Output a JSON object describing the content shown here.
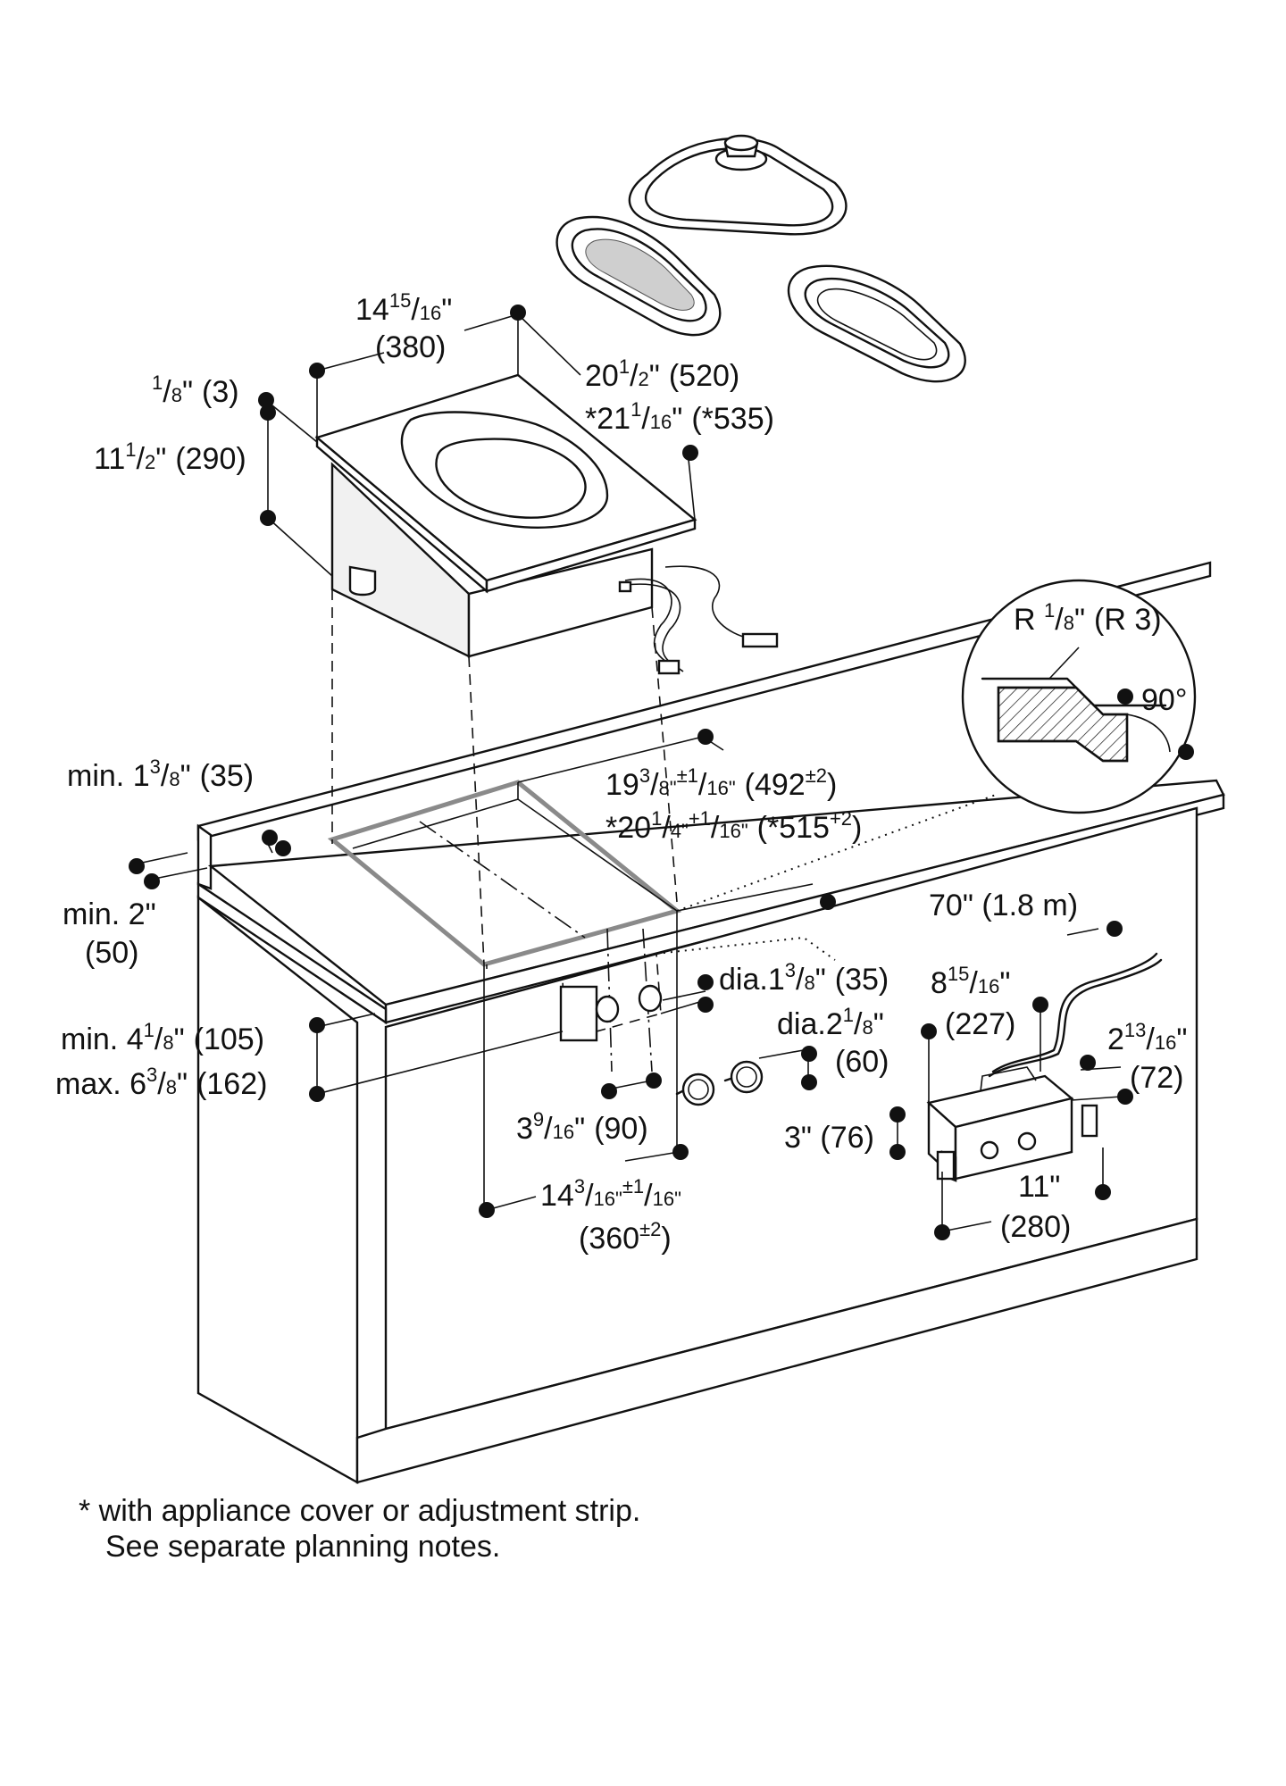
{
  "diagram": {
    "dimensions": {
      "top_width": {
        "whole": "14",
        "num": "15",
        "den": "16",
        "unit": "\"",
        "metric": "(380)"
      },
      "top_depth": {
        "whole": "20",
        "num": "1",
        "den": "2",
        "unit": "\"",
        "metric": "(520)"
      },
      "top_depth_alt": {
        "prefix": "*",
        "whole": "21",
        "num": "1",
        "den": "16",
        "unit": "\"",
        "metric": "(*535)"
      },
      "top_thickness": {
        "num": "1",
        "den": "8",
        "unit": "\"",
        "metric": "(3)"
      },
      "unit_height": {
        "whole": "11",
        "num": "1",
        "den": "2",
        "unit": "\"",
        "metric": "(290)"
      },
      "radius": {
        "prefix": "R ",
        "num": "1",
        "den": "8",
        "unit": "\"",
        "metric": "(R 3)"
      },
      "angle": "90°",
      "min_front": {
        "prefix": "min. ",
        "whole": "1",
        "num": "3",
        "den": "8",
        "unit": "\"",
        "metric": "(35)"
      },
      "min_back_line1": "min. 2\"",
      "min_back_line2": "(50)",
      "cutout_depth": {
        "whole": "19",
        "num": "3",
        "den": "8",
        "tol_sup": "±1",
        "tol_num": "",
        "tol_den": "16",
        "unit": "\"",
        "metric": "(492",
        "metric_tol": "±2",
        "metric_end": ")"
      },
      "cutout_depth_alt": {
        "prefix": "*",
        "whole": "20",
        "num": "1",
        "den": "4",
        "tol_sup": "+1",
        "tol_den": "16",
        "unit": "\"",
        "metric": "(*515",
        "metric_tol": "+2",
        "metric_end": ")"
      },
      "cable_length": "70\" (1.8 m)",
      "knob_hole_small": {
        "prefix": "dia.",
        "whole": "1",
        "num": "3",
        "den": "8",
        "unit": "\"",
        "metric": "(35)"
      },
      "knob_hole_large": {
        "prefix": "dia.",
        "whole": "2",
        "num": "1",
        "den": "8",
        "unit": "\"",
        "metric": "(60)"
      },
      "box_depth": {
        "whole": "8",
        "num": "15",
        "den": "16",
        "unit": "\"",
        "metric": "(227)"
      },
      "box_height": {
        "whole": "2",
        "num": "13",
        "den": "16",
        "unit": "\"",
        "metric": "(72)"
      },
      "knob_min": {
        "prefix": "min. ",
        "whole": "4",
        "num": "1",
        "den": "8",
        "unit": "\"",
        "metric": "(105)"
      },
      "knob_max": {
        "prefix": "max. ",
        "whole": "6",
        "num": "3",
        "den": "8",
        "unit": "\"",
        "metric": "(162)"
      },
      "knob_spacing": {
        "whole": "3",
        "num": "9",
        "den": "16",
        "unit": "\"",
        "metric": "(90)"
      },
      "box_front": "3\" (76)",
      "cutout_width": {
        "whole": "14",
        "num": "3",
        "den": "16",
        "tol_sup": "±1",
        "tol_den": "16",
        "unit": "\"",
        "metric": "(360",
        "metric_tol": "±2",
        "metric_end": ")"
      },
      "box_width_line1": "11\"",
      "box_width_line2": "(280)"
    }
  },
  "footnote": {
    "line1": "* with appliance cover or adjustment strip.",
    "line2": "See separate planning notes."
  }
}
